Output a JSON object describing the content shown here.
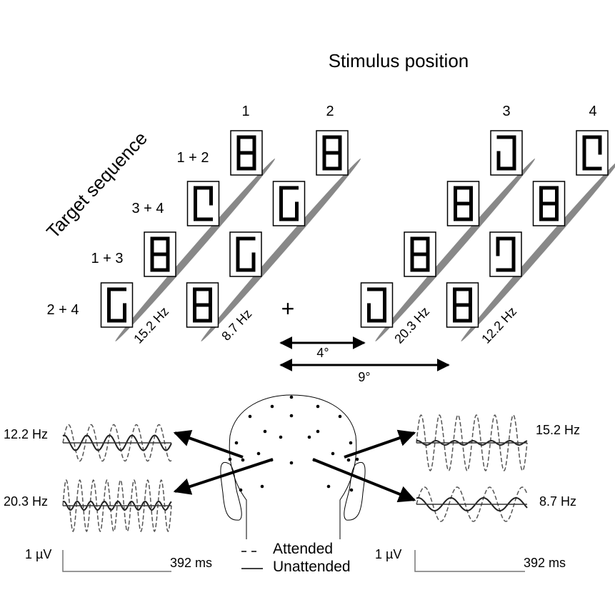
{
  "title": "Stimulus position",
  "y_axis_label": "Target sequence",
  "positions": [
    "1",
    "2",
    "3",
    "4"
  ],
  "target_sequences": [
    "1 + 2",
    "3 + 4",
    "1 + 3",
    "2 + 4"
  ],
  "stimulus_glyphs": [
    [
      "B",
      "B",
      "J",
      "C"
    ],
    [
      "C",
      "G",
      "B",
      "B"
    ],
    [
      "B",
      "G",
      "B",
      "Ↄ"
    ],
    [
      "G",
      "B",
      "J",
      "B"
    ]
  ],
  "position_frequencies": [
    "15.2 Hz",
    "8.7 Hz",
    "20.3 Hz",
    "12.2 Hz"
  ],
  "fixation": "+",
  "angles": {
    "inner": "4°",
    "outer": "9°"
  },
  "waveforms": [
    {
      "label": "12.2 Hz",
      "side": "left",
      "cycles": 4.8,
      "attended_amp": 0.85,
      "unattended_amp": 0.35
    },
    {
      "label": "20.3 Hz",
      "side": "left",
      "cycles": 8,
      "attended_amp": 1.2,
      "unattended_amp": 0.2
    },
    {
      "label": "15.2 Hz",
      "side": "right",
      "cycles": 6,
      "attended_amp": 1.3,
      "unattended_amp": 0.1
    },
    {
      "label": "8.7 Hz",
      "side": "right",
      "cycles": 3.4,
      "attended_amp": 0.8,
      "unattended_amp": 0.3
    }
  ],
  "scale_bar": {
    "amplitude": "1 µV",
    "duration": "392 ms"
  },
  "legend": {
    "attended": "Attended",
    "unattended": "Unattended"
  },
  "colors": {
    "bar": "#888888",
    "ink": "#000000",
    "wave": "#555555"
  }
}
